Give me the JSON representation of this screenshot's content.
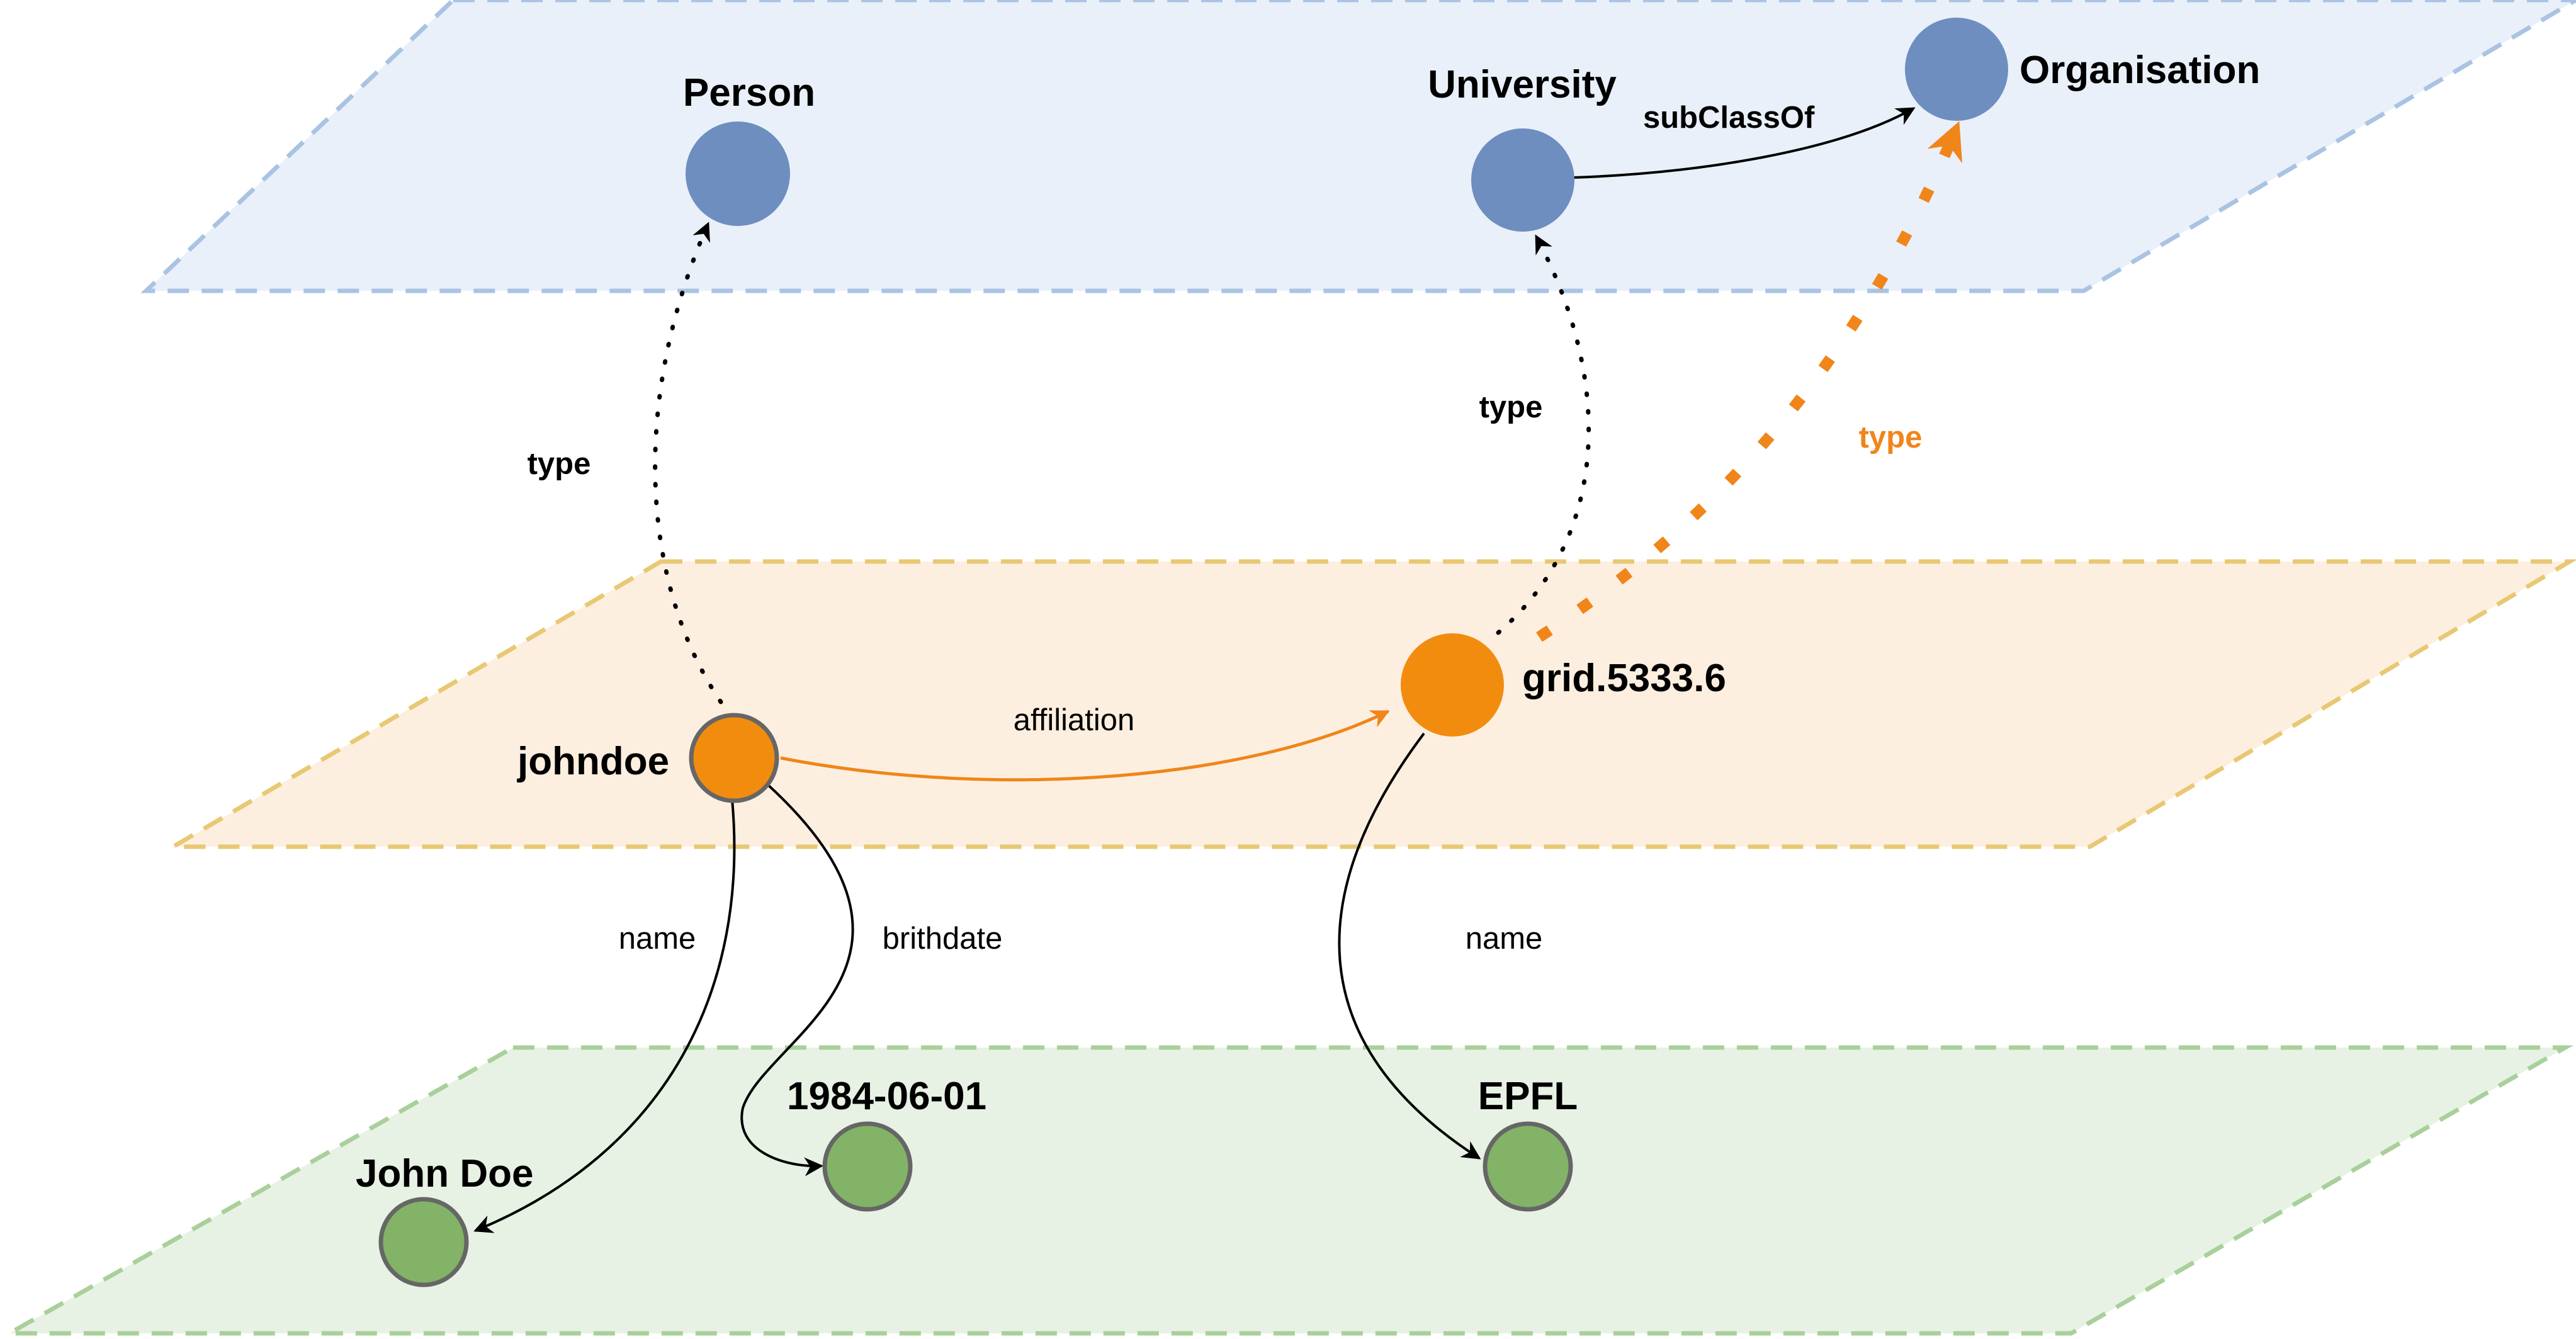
{
  "colors": {
    "schema_fill": "#e9f0f9",
    "schema_border": "#a9c3e3",
    "instance_fill": "#fdefe0",
    "instance_border": "#e8c873",
    "literal_fill": "#e8f2e4",
    "literal_border": "#a9d09b",
    "class_node": "#6d8ebf",
    "entity_node": "#f28c0f",
    "literal_node": "#82b366",
    "node_stroke_gray": "#666666",
    "orange_edge": "#f0851a"
  },
  "layers": {
    "schema": "schema-layer",
    "instance": "instance-layer",
    "literal": "literal-layer"
  },
  "nodes": {
    "person": "Person",
    "university": "University",
    "organisation": "Organisation",
    "johndoe": "johndoe",
    "grid": "grid.5333.6",
    "john_doe": "John Doe",
    "birthdate_value": "1984-06-01",
    "epfl": "EPFL"
  },
  "edges": {
    "subclassof": "subClassOf",
    "type_person": "type",
    "type_university": "type",
    "type_organisation": "type",
    "affiliation": "affiliation",
    "name_person": "name",
    "birthdate": "brithdate",
    "name_org": "name"
  }
}
